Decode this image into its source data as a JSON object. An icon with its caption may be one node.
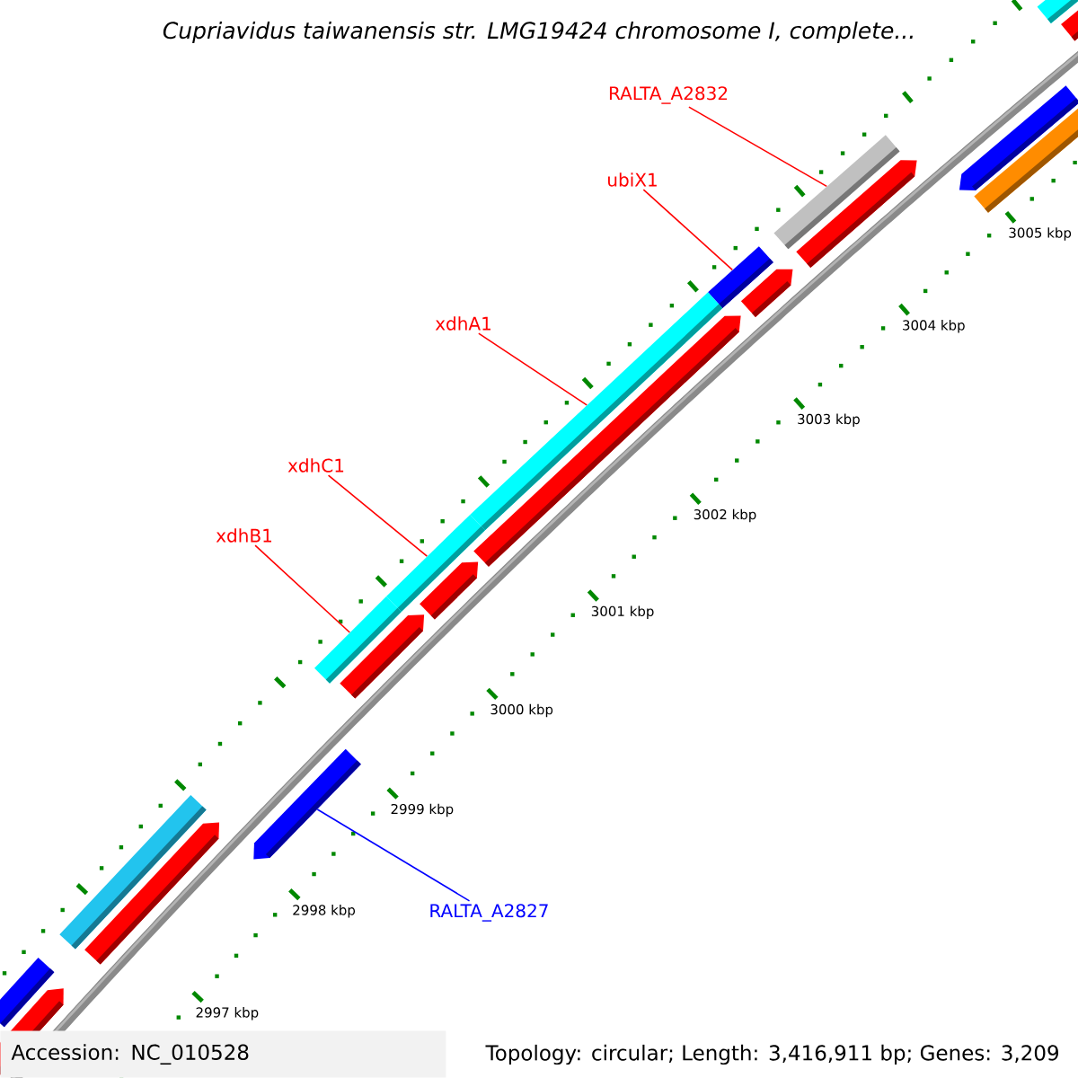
{
  "diagram": {
    "title": "Cupriavidus taiwanensis str. LMG19424 chromosome I, complete...",
    "nodes": [
      {
        "text": [
          "RALTA_A2832"
        ]
      },
      {
        "text": [],
        "shape": "bar"
      },
      {
        "text": [
          "ubiX1"
        ]
      },
      {
        "text": [],
        "shape": "bar"
      },
      {
        "text": [
          "xdhA1"
        ]
      },
      {
        "text": [],
        "shape": "bar"
      },
      {
        "text": [
          "xdhC1"
        ]
      },
      {
        "text": [],
        "shape": "bar"
      },
      {
        "text": [
          "xdhB1"
        ]
      },
      {
        "text": [],
        "shape": "bar"
      },
      {
        "text": [
          "RALTA_A2827"
        ]
      },
      {
        "text": [],
        "shape": "bar"
      },
      {
        "text": [],
        "shape": "bar"
      },
      {
        "text": [],
        "shape": "bar"
      }
    ],
    "edges": [
      {
        "from": 0,
        "to": 1,
        "arrow": "none"
      },
      {
        "from": 2,
        "to": 3,
        "arrow": "none"
      },
      {
        "from": 4,
        "to": 5,
        "arrow": "none"
      },
      {
        "from": 6,
        "to": 7,
        "arrow": "none"
      },
      {
        "from": 8,
        "to": 9,
        "arrow": "none"
      },
      {
        "from": 10,
        "to": 11,
        "arrow": "none",
        "color": "#0000ff"
      }
    ],
    "labels": [
      "2997 kbp",
      "2998 kbp",
      "2999 kbp",
      "3000 kbp",
      "3001 kbp",
      "3002 kbp",
      "3003 kbp",
      "3004 kbp",
      "3005 kbp",
      "Accession: NC_010528",
      "Topology: circular; Length: 3,416,911 bp; Genes: 3,209"
    ]
  }
}
